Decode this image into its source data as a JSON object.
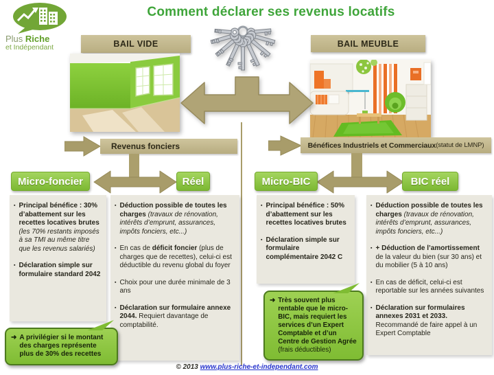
{
  "colors": {
    "brand_green": "#6ca32f",
    "title_green": "#3fa53a",
    "button_green": "#8cc63f",
    "callout_green": "#8dc63f",
    "tan_arrow": "#ab9f6c",
    "tan_banner": "#c3b88e",
    "box_bg": "#eae8df",
    "link_blue": "#2633cc"
  },
  "logo": {
    "word1": "Plus ",
    "word2": "Riche",
    "line2": "et Indépendant"
  },
  "title": "Comment déclarer ses revenus locatifs",
  "left_section": {
    "lease_header": "BAIL VIDE",
    "banner_bold": "Revenus fonciers"
  },
  "right_section": {
    "lease_header": "BAIL MEUBLE",
    "banner_bold": "Bénéfices Industriels  et Commerciaux",
    "banner_normal": " (statut de LMNP)"
  },
  "columns": [
    {
      "title": "Micro-foncier",
      "bullets": [
        {
          "segments": [
            {
              "t": "Principal bénéfice : 30% d’abattement sur les recettes locatives brutes ",
              "b": true
            },
            {
              "t": "(les 70% restants imposés à sa TMI au même titre que les revenus salariés)",
              "i": true
            }
          ]
        },
        {
          "segments": [
            {
              "t": "Déclaration simple sur formulaire standard 2042",
              "b": true
            }
          ]
        }
      ]
    },
    {
      "title": "Réel",
      "bullets": [
        {
          "segments": [
            {
              "t": "Déduction possible de toutes les charges ",
              "b": true
            },
            {
              "t": "(travaux de rénovation, intérêts d’emprunt, assurances, impôts fonciers, etc...)",
              "i": true
            }
          ]
        },
        {
          "segments": [
            {
              "t": "En cas de "
            },
            {
              "t": "déficit foncier",
              "b": true
            },
            {
              "t": " (plus de charges que de recettes), celui-ci est déductible du revenu global du foyer"
            }
          ]
        },
        {
          "segments": [
            {
              "t": "Choix  pour une durée minimale de 3 ans"
            }
          ]
        },
        {
          "segments": [
            {
              "t": "Déclaration sur formulaire annexe  2044. ",
              "b": true
            },
            {
              "t": "Requiert davantage de comptabilité."
            }
          ]
        }
      ]
    },
    {
      "title": "Micro-BIC",
      "bullets": [
        {
          "segments": [
            {
              "t": "Principal bénéfice : 50% d’abattement sur les recettes locatives brutes",
              "b": true
            }
          ]
        },
        {
          "segments": [
            {
              "t": "Déclaration simple sur formulaire complémentaire 2042 C",
              "b": true
            }
          ]
        }
      ]
    },
    {
      "title": "BIC réel",
      "bullets": [
        {
          "segments": [
            {
              "t": "Déduction possible de toutes les charges ",
              "b": true
            },
            {
              "t": "(travaux de rénovation, intérêts d’emprunt, assurances, impôts fonciers, etc...)",
              "i": true
            }
          ]
        },
        {
          "segments": [
            {
              "t": "+ Déduction de l’amortissement ",
              "b": true
            },
            {
              "t": "de la valeur du bien (sur 30 ans) et du mobilier  (5 à 10 ans)"
            }
          ]
        },
        {
          "segments": [
            {
              "t": "En cas de déficit, celui-ci est reportable sur les années suivantes"
            }
          ]
        },
        {
          "segments": [
            {
              "t": "Déclaration sur formulaires annexes  2031 et 2033. ",
              "b": true
            },
            {
              "t": "Recommandé de faire appel à un Expert Comptable"
            }
          ]
        }
      ]
    }
  ],
  "callouts": [
    {
      "arrow": "➜",
      "segments": [
        {
          "t": "A privilégier si le montant des charges représente plus de 30% des recettes",
          "b": true
        }
      ]
    },
    {
      "arrow": "➜",
      "segments": [
        {
          "t": "Très souvent plus rentable que le micro-BIC, mais requiert les services d’un Expert Comptable et d’un Centre de Gestion Agrée ",
          "b": true
        },
        {
          "t": "(frais déductibles)"
        }
      ]
    }
  ],
  "footer": {
    "copyright": "© 2013 ",
    "link": "www.plus-riche-et-independant.com"
  }
}
